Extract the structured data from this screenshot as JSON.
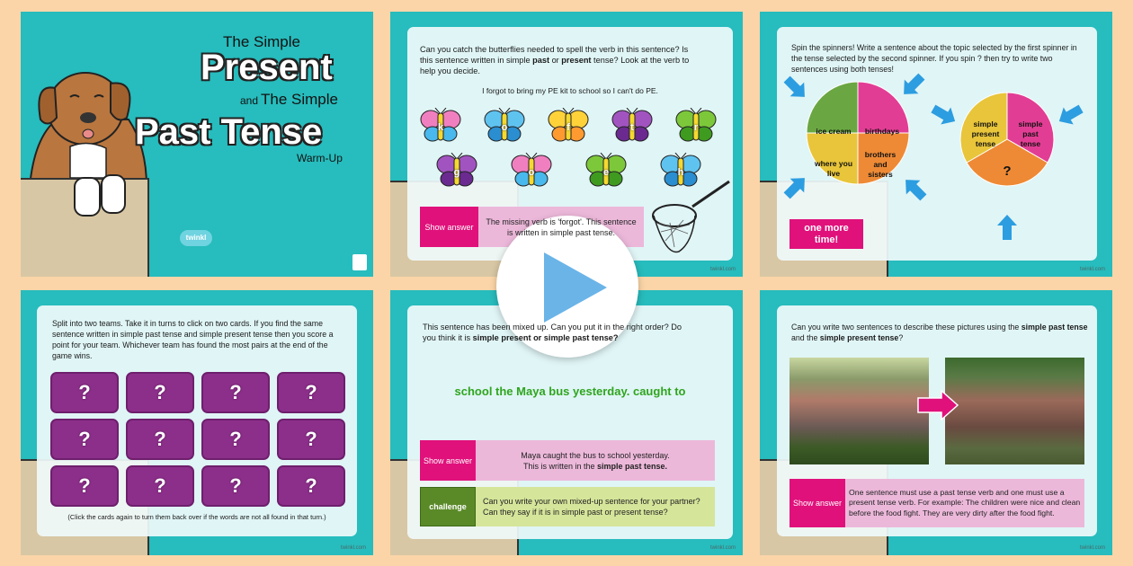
{
  "colors": {
    "background": "#fbd5a8",
    "slide": "#27bcbd",
    "pink": "#e0117b",
    "purple": "#8c2f8a",
    "green_text": "#2fa51e",
    "play_triangle": "#6ab4e8"
  },
  "slide1": {
    "line1": "The Simple",
    "line2": "Present",
    "line3a": "and",
    "line3b": "The Simple",
    "line4": "Past Tense",
    "line5": "Warm-Up",
    "logo": "twinkl"
  },
  "slide2": {
    "instructions": [
      "Can you catch the butterflies needed to spell the verb in this sentence? Is",
      "this sentence written in simple ",
      "past",
      " or ",
      "present",
      " tense? Look at the verb to",
      "help you decide."
    ],
    "sentence": "I forgot to bring my PE kit to school so I can't do PE.",
    "letters": [
      "k",
      "o",
      "f",
      "t",
      "r",
      "g",
      "o",
      "e",
      "h"
    ],
    "show_answer": "Show answer",
    "answer": "The missing verb is 'forgot'. This sentence is written in simple past tense."
  },
  "slide3": {
    "instructions": "Spin the spinners! Write a sentence about the topic selected by the first spinner in the tense selected by the second spinner. If you spin ? then try to write two sentences using both tenses!",
    "spinner1": [
      "ice cream",
      "birthdays",
      "where you",
      "live",
      "brothers",
      "and",
      "sisters"
    ],
    "spinner2": [
      "simple",
      "present",
      "tense",
      "simple",
      "past",
      "tense",
      "?"
    ],
    "button": [
      "one more",
      "time!"
    ]
  },
  "slide4": {
    "instructions": "Split into two teams. Take it in turns to click on two cards. If you find the same sentence written in simple past tense and simple present tense then you score a point for your team. Whichever team has found the most pairs at the end of the game wins.",
    "card_label": "?",
    "footer": "(Click the cards again to turn them back over if the words are not all found in that turn.)"
  },
  "slide5": {
    "instructions_a": "This sentence has been mixed up. Can you put it in the right order? Do",
    "instructions_b": "you think it is ",
    "instructions_bold": "simple present or simple past tense?",
    "jumbled": "school the Maya bus yesterday. caught to",
    "show_answer": "Show answer",
    "answer_line1": "Maya caught the bus to school yesterday.",
    "answer_line2": "This is written in the ",
    "answer_bold": "simple past tense.",
    "challenge_label": "challenge",
    "challenge_text": "Can you write your own mixed-up sentence for your partner? Can they say if it is in simple past or present tense?"
  },
  "slide6": {
    "instructions_a": "Can you write two sentences to describe these pictures using the ",
    "bold1": "simple past tense",
    "instructions_b": " and the ",
    "bold2": "simple present tense",
    "instructions_c": "?",
    "show_answer": "Show answer",
    "answer": "One sentence must use a past tense verb and one must use a present tense verb. For example: The children were nice and clean before the food fight. They are very dirty after the food fight."
  },
  "footer_mark": "twinkl.com",
  "play_button": "play-icon"
}
